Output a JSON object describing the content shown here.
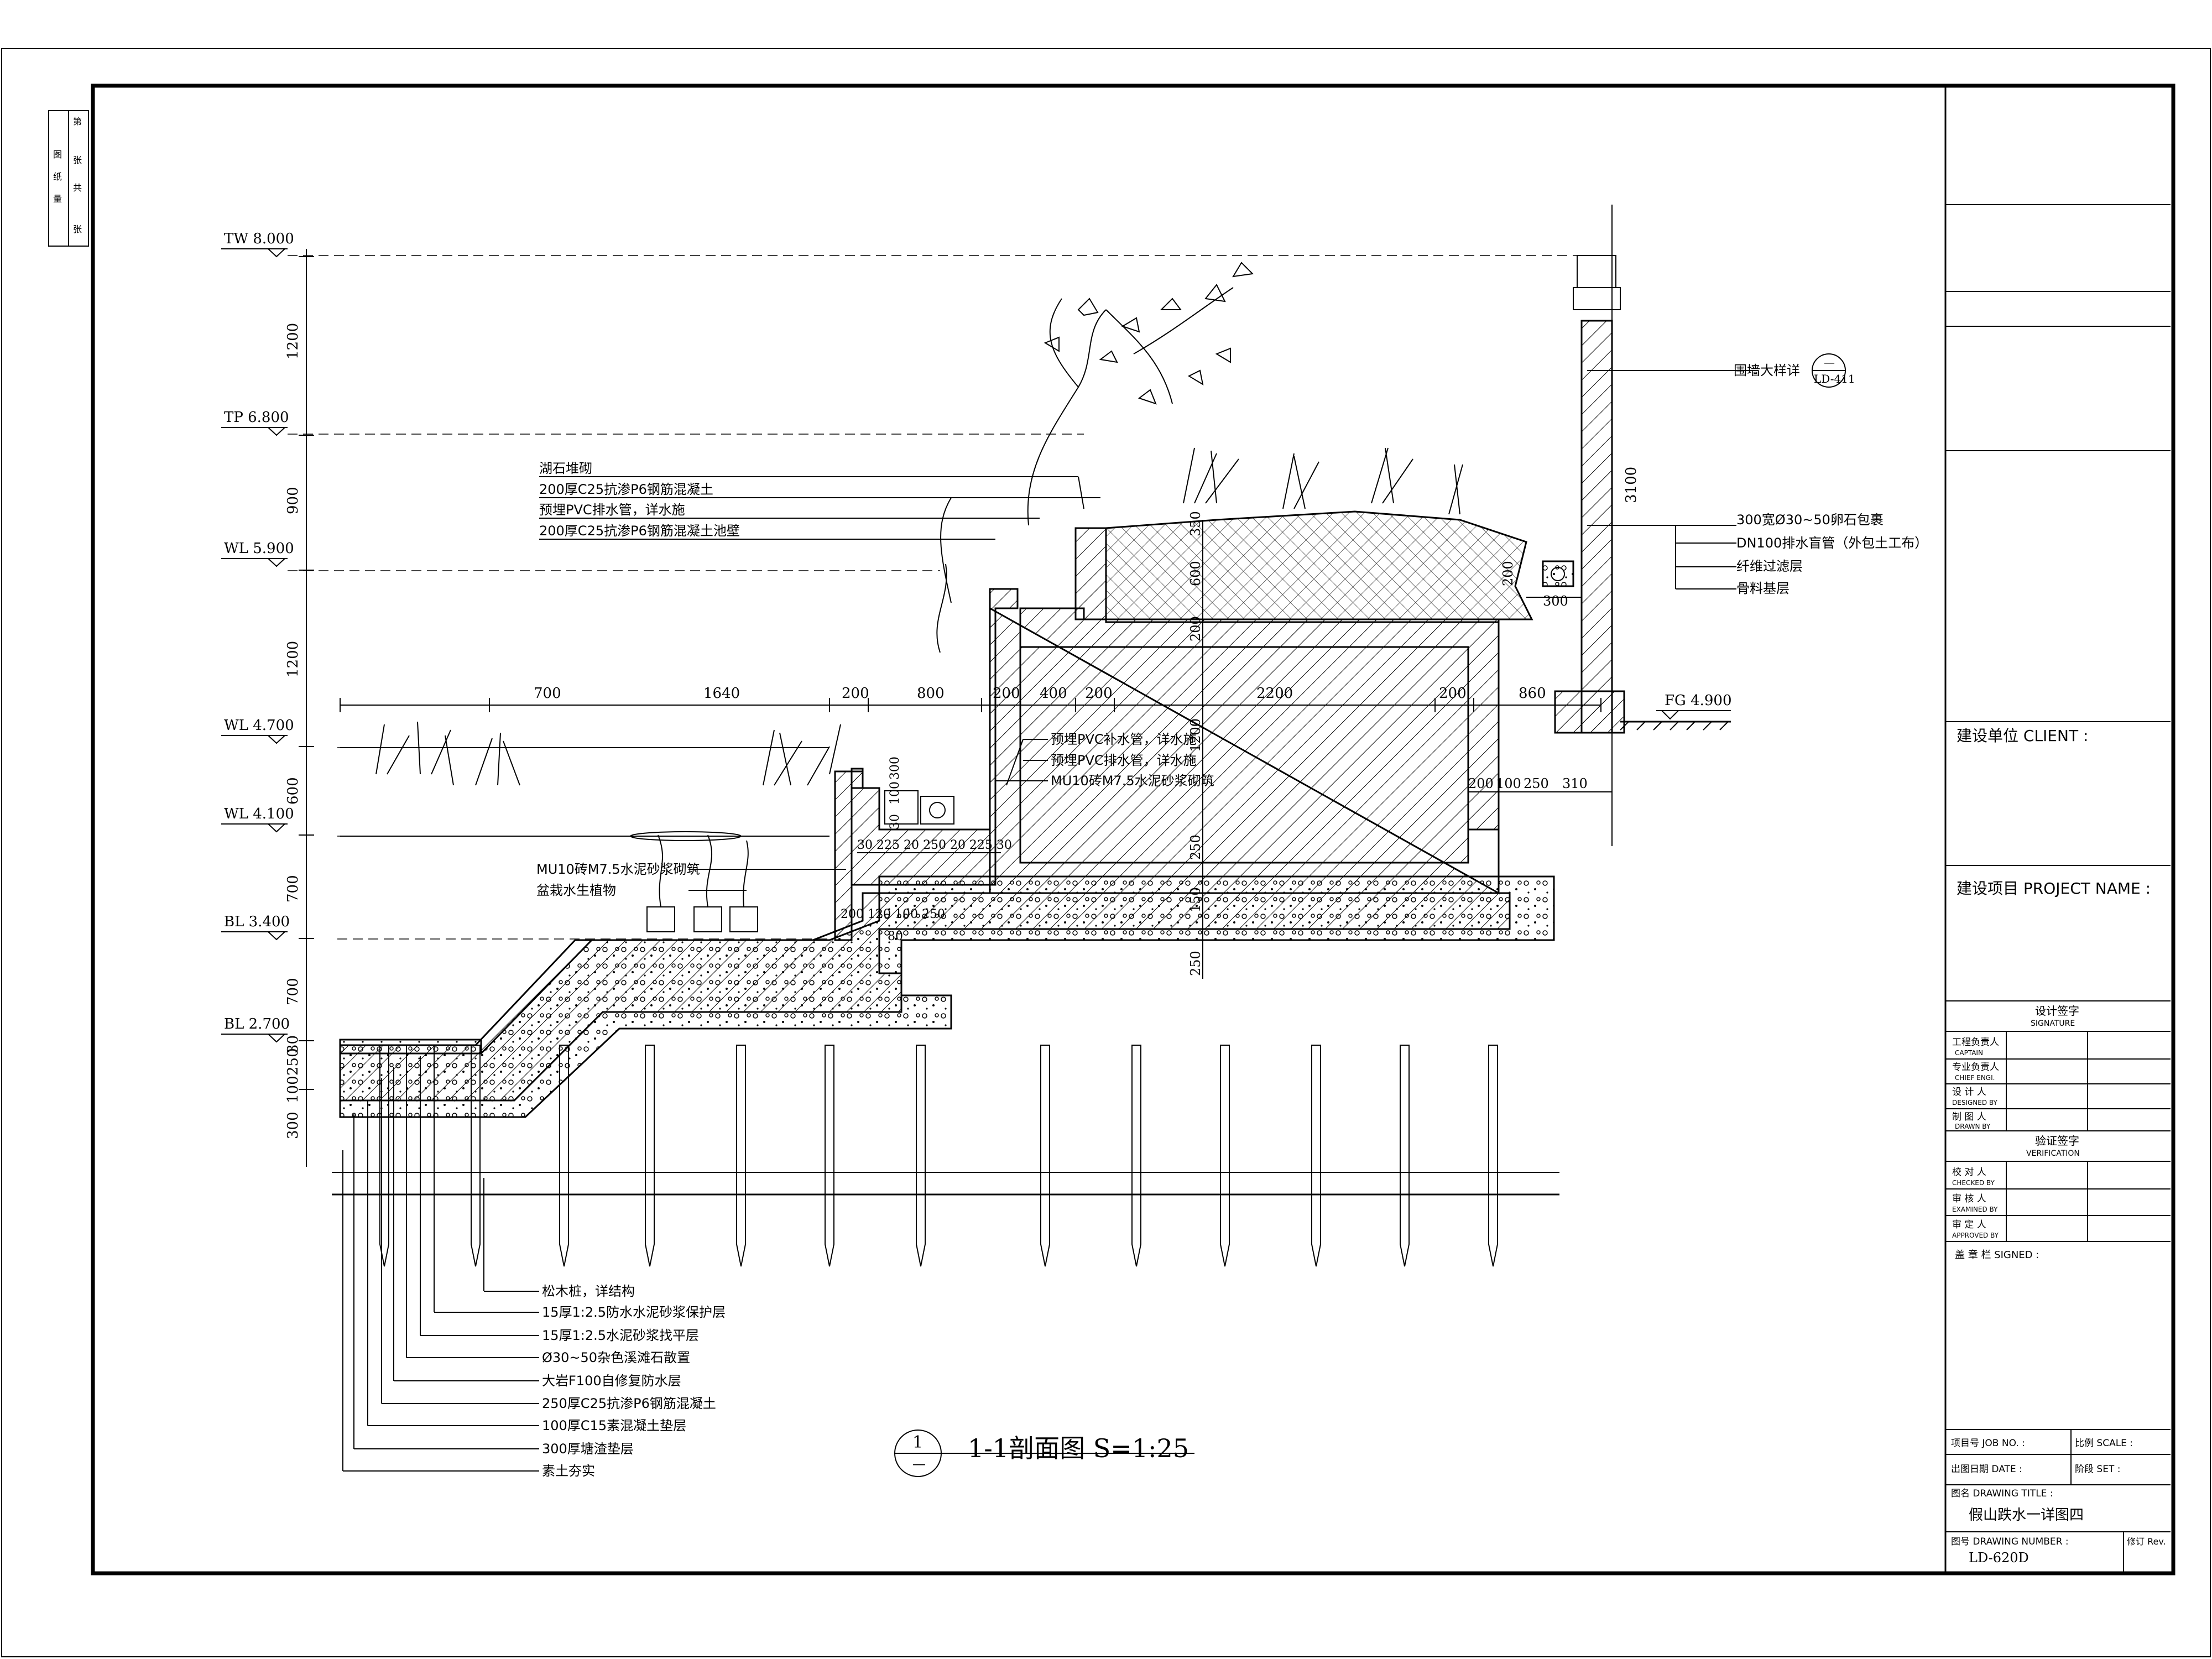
{
  "side_stamp": {
    "labels": [
      "第",
      "张",
      "共",
      "张",
      "图",
      "纸",
      "量"
    ]
  },
  "elevations": [
    {
      "label": "TW 8.000",
      "value": 8.0
    },
    {
      "label": "TP 6.800",
      "value": 6.8
    },
    {
      "label": "WL 5.900",
      "value": 5.9
    },
    {
      "label": "WL 4.700",
      "value": 4.7
    },
    {
      "label": "WL 4.100",
      "value": 4.1
    },
    {
      "label": "BL 3.400",
      "value": 3.4
    },
    {
      "label": "BL 2.700",
      "value": 2.7
    }
  ],
  "fg_level": "FG 4.900",
  "left_dims": [
    "1200",
    "900",
    "1200",
    "600",
    "700",
    "700",
    "300",
    "100",
    "250",
    "30"
  ],
  "top_dims": [
    "700",
    "1640",
    "200",
    "800",
    "200",
    "400",
    "200",
    "2200",
    "200",
    "860"
  ],
  "mid_dims": {
    "wall_right": [
      "200",
      "100",
      "250",
      "310"
    ],
    "vert_left_step": [
      "30",
      "100",
      "300"
    ],
    "small_row": "30 225 20 250 20 225 30",
    "step_row": "200 120 100 250",
    "step_under": "80",
    "vert_center": [
      "350",
      "200",
      "1200",
      "250",
      "150",
      "250"
    ],
    "soil_depth": "600",
    "right_vert": [
      "3100",
      "200"
    ],
    "drain_width": "300"
  },
  "callouts_upper": [
    "湖石堆砌",
    "200厚C25抗渗P6钢筋混凝土",
    "预埋PVC排水管，详水施",
    "200厚C25抗渗P6钢筋混凝土池壁"
  ],
  "callouts_middle": [
    "预埋PVC补水管，详水施",
    "预埋PVC排水管，详水施",
    "MU10砖M7.5水泥砂浆砌筑"
  ],
  "callouts_pond": [
    "MU10砖M7.5水泥砂浆砌筑",
    "盆栽水生植物"
  ],
  "callouts_right": [
    "300宽Ø30~50卵石包裹",
    "DN100排水盲管（外包土工布）",
    "纤维过滤层",
    "骨料基层"
  ],
  "wall_detail": {
    "label": "围墙大样详",
    "ref_top": "—",
    "ref_bottom": "LD-411"
  },
  "callouts_bottom": [
    "松木桩，详结构",
    "15厚1:2.5防水水泥砂浆保护层",
    "15厚1:2.5水泥砂浆找平层",
    "Ø30~50杂色溪滩石散置",
    "大岩F100自修复防水层",
    "250厚C25抗渗P6钢筋混凝土",
    "100厚C15素混凝土垫层",
    "300厚塘渣垫层",
    "素土夯实"
  ],
  "section_title": {
    "number": "1",
    "sub": "—",
    "text": "1-1剖面图  S=1:25"
  },
  "title_block": {
    "client_label": "建设单位 CLIENT :",
    "project_label": "建设项目 PROJECT NAME :",
    "signature_header": "设计签字",
    "signature_header_en": "SIGNATURE",
    "signature_rows": [
      {
        "cn": "工程负责人",
        "en": "CAPTAIN"
      },
      {
        "cn": "专业负责人",
        "en": "CHIEF ENGI."
      },
      {
        "cn": "设 计 人",
        "en": "DESIGNED BY"
      },
      {
        "cn": "制 图 人",
        "en": "DRAWN BY"
      }
    ],
    "verification_header": "验证签字",
    "verification_header_en": "VERIFICATION",
    "verification_rows": [
      {
        "cn": "校 对 人",
        "en": "CHECKED BY"
      },
      {
        "cn": "审 核 人",
        "en": "EXAMINED BY"
      },
      {
        "cn": "审 定 人",
        "en": "APPROVED BY"
      }
    ],
    "signed_label": "盖 章 栏  SIGNED :",
    "job_no": "项目号 JOB NO. :",
    "scale": "比例 SCALE :",
    "date": "出图日期 DATE :",
    "phase": "阶段 SET :",
    "drawing_title_label": "图名 DRAWING TITLE :",
    "drawing_title": "假山跌水一详图四",
    "drawing_number_label": "图号 DRAWING NUMBER :",
    "revision_label": "修订 Rev.",
    "drawing_number": "LD-620D"
  }
}
